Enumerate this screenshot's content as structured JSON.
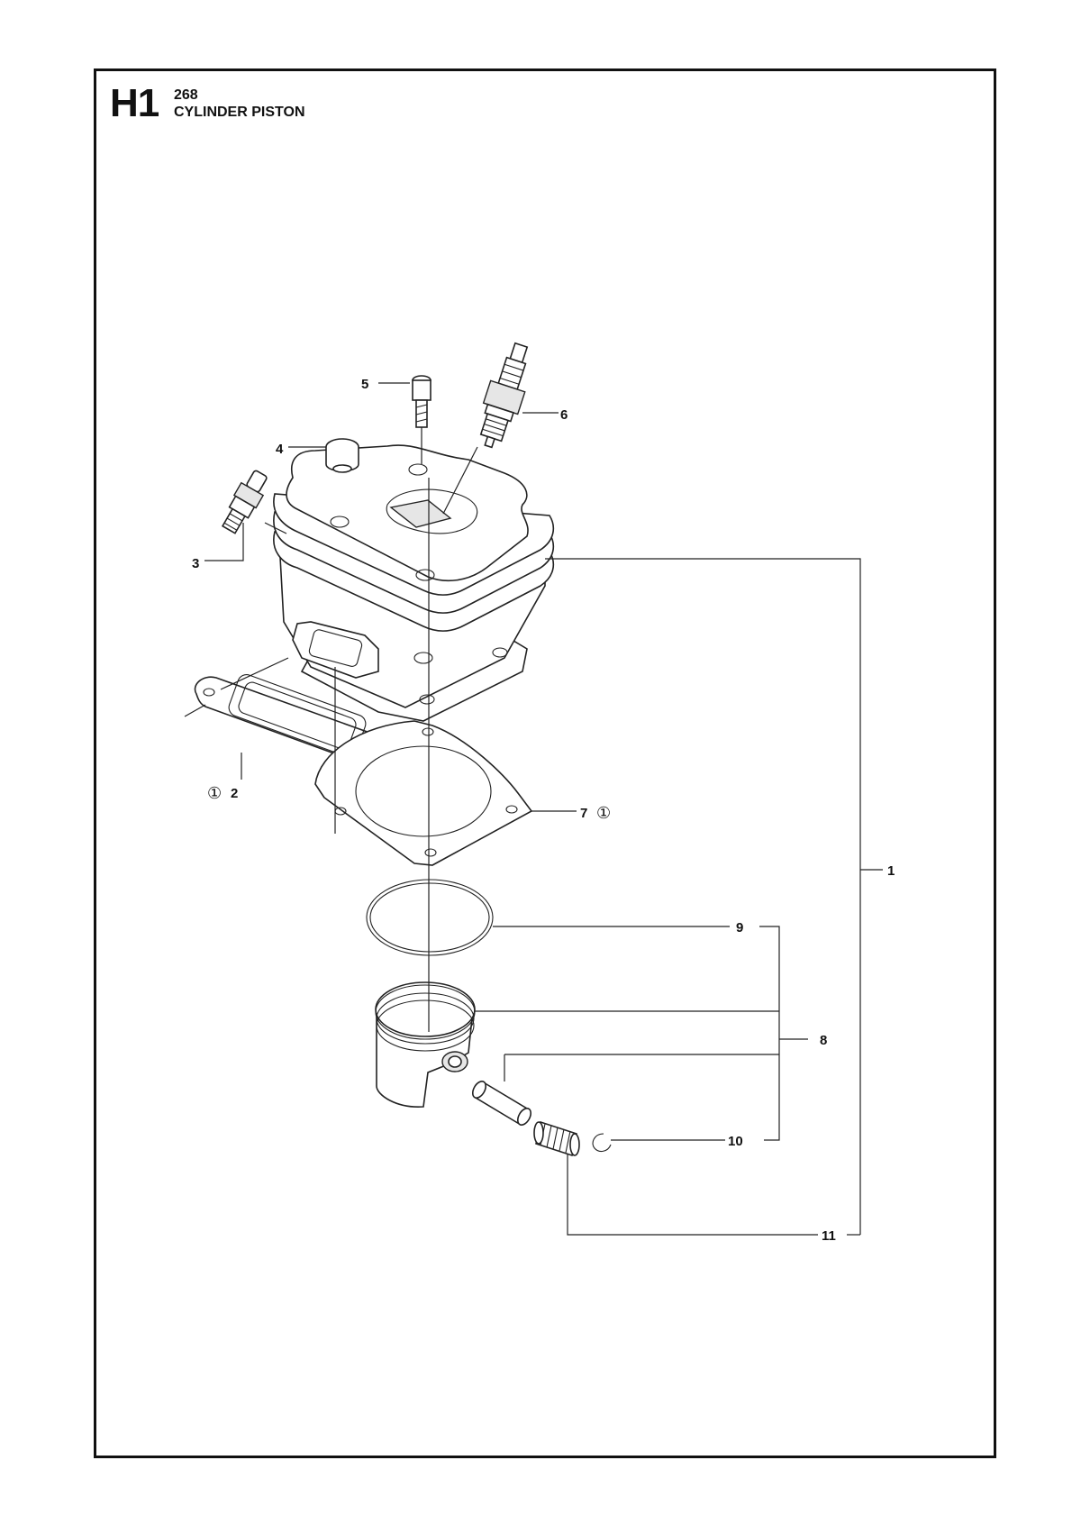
{
  "header": {
    "section_code": "H1",
    "model": "268",
    "title": "CYLINDER PISTON"
  },
  "callouts": [
    {
      "id": "c1",
      "number": "1"
    },
    {
      "id": "c2",
      "number": "2",
      "mark": "①"
    },
    {
      "id": "c3",
      "number": "3"
    },
    {
      "id": "c4",
      "number": "4"
    },
    {
      "id": "c5",
      "number": "5"
    },
    {
      "id": "c6",
      "number": "6"
    },
    {
      "id": "c7",
      "number": "7",
      "mark": "①"
    },
    {
      "id": "c8",
      "number": "8"
    },
    {
      "id": "c9",
      "number": "9"
    },
    {
      "id": "c10",
      "number": "10"
    },
    {
      "id": "c11",
      "number": "11"
    }
  ]
}
